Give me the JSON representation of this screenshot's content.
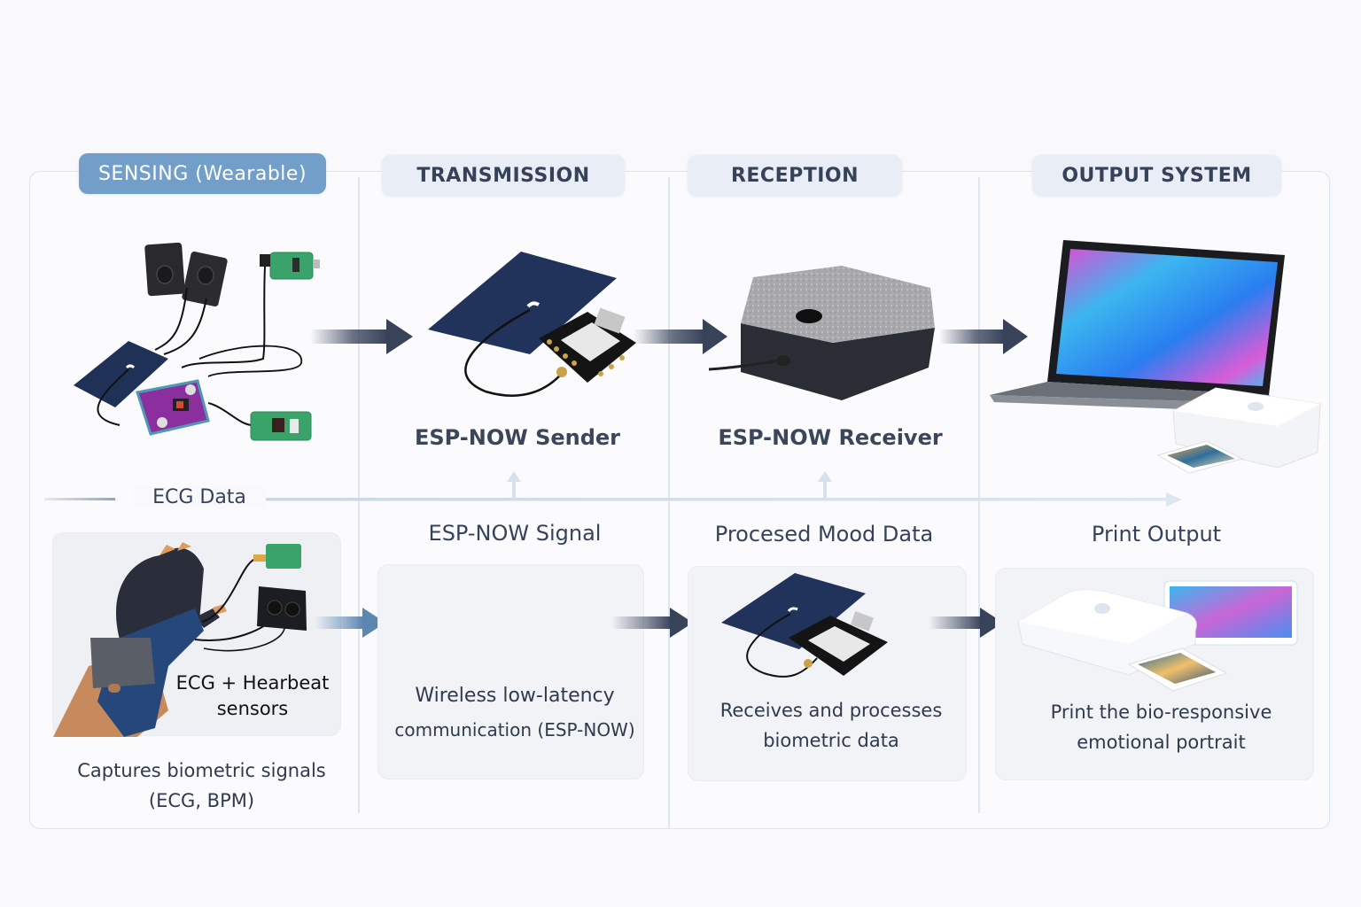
{
  "stages": [
    {
      "id": "sensing",
      "title": "SENSING (Wearable)",
      "active": true
    },
    {
      "id": "transmission",
      "title": "TRANSMISSION",
      "active": false
    },
    {
      "id": "reception",
      "title": "RECEPTION",
      "active": false
    },
    {
      "id": "output",
      "title": "OUTPUT SYSTEM",
      "active": false
    }
  ],
  "devices": {
    "sensing_kit": {
      "icon": "ecg-sensor-kit-icon"
    },
    "sender": {
      "label": "ESP-NOW Sender",
      "icon": "esp32-board-icon"
    },
    "receiver": {
      "label": "ESP-NOW Receiver",
      "icon": "hexagon-receiver-icon"
    },
    "output": {
      "icon": "laptop-printer-icon"
    }
  },
  "flow": {
    "ecg_data": "ECG Data",
    "signal": "ESP-NOW Signal",
    "mood_data": "Procesed Mood Data",
    "print_output": "Print Output"
  },
  "cards": {
    "sensing": {
      "overlay": "ECG + Hearbeat\nsensors",
      "caption_line1": "Captures biometric signals",
      "caption_line2": "(ECG, BPM)"
    },
    "transmission": {
      "caption_line1": "Wireless low-latency",
      "caption_line2": "communication (ESP-NOW)"
    },
    "reception": {
      "caption_line1": "Receives and processes",
      "caption_line2": "biometric data"
    },
    "output": {
      "caption_line1": "Print the bio-responsive",
      "caption_line2": "emotional portrait"
    }
  },
  "colors": {
    "accent": "#729fc9",
    "arrow_dark": "#38435a",
    "arrow_blue": "#5b87b0",
    "text": "#2f3a4d"
  }
}
